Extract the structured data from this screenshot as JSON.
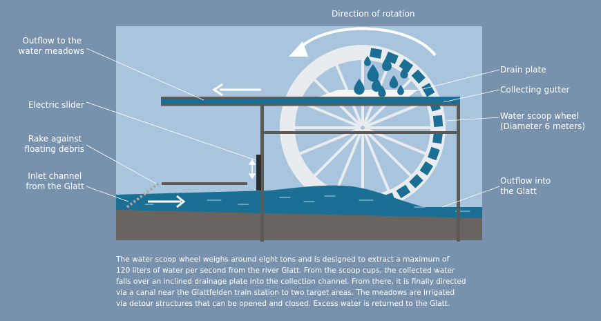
{
  "labels": {
    "direction": "Direction of rotation",
    "outflow_meadows": [
      "Outflow to the",
      "water meadows"
    ],
    "electric_slider": "Electric slider",
    "rake": [
      "Rake against",
      "floating debris"
    ],
    "inlet": [
      "Inlet channel",
      "from the Glatt"
    ],
    "drain_plate": "Drain plate",
    "collecting_gutter": "Collecting gutter",
    "scoop_wheel": [
      "Water scoop wheel",
      "(Diameter 6 meters)"
    ],
    "outflow_glatt": [
      "Outflow into",
      "the Glatt"
    ]
  },
  "caption": [
    "The water scoop wheel weighs around eight tons and is designed to extract a maximum of",
    "120 liters of water per second from the river Glatt. From the scoop cups, the collected water",
    "falls over an inclined drainage plate into the collection channel. From there, it is finally directed",
    "via a canal near the Glattfelden train station to two target areas. The meadows are irrigated",
    "via detour structures that can be opened and closed. Excess water is returned to the Glatt."
  ],
  "colors": {
    "page": "#7892ad",
    "sky": "#a9c5de",
    "water": "#1b6f94",
    "ground": "#6a6460",
    "frame": "#5d5955",
    "wheel": "#e9ecef",
    "label_text": "#ffffff"
  }
}
